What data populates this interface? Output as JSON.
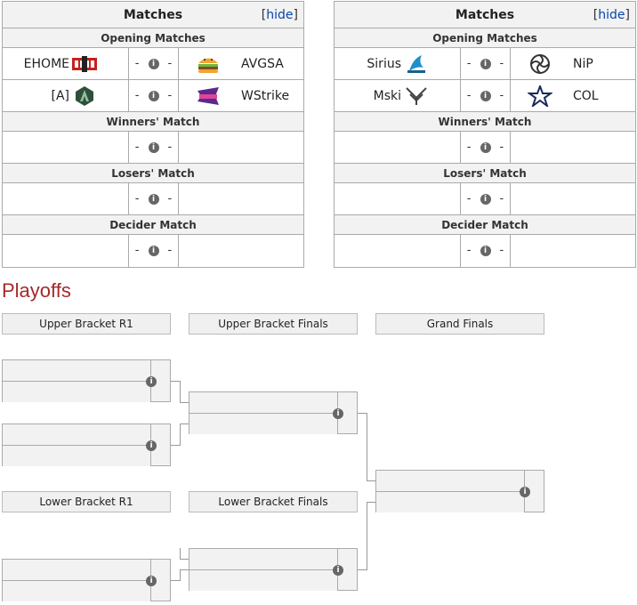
{
  "groups": [
    {
      "title": "Matches",
      "hide_open": "[",
      "hide_label": "hide",
      "hide_close": "]",
      "opening_label": "Opening Matches",
      "opening": [
        {
          "left": "EHOME",
          "left_logo": "ehome-logo",
          "right": "AVGSA",
          "right_logo": "burger-logo"
        },
        {
          "left": "[A]",
          "left_logo": "alliance-logo",
          "right": "WStrike",
          "right_logo": "winstrike-logo"
        }
      ],
      "winners_label": "Winners' Match",
      "losers_label": "Losers' Match",
      "decider_label": "Decider Match",
      "dash": "-",
      "info": "i"
    },
    {
      "title": "Matches",
      "hide_open": "[",
      "hide_label": "hide",
      "hide_close": "]",
      "opening_label": "Opening Matches",
      "opening": [
        {
          "left": "Sirius",
          "left_logo": "sirius-logo",
          "right": "NiP",
          "right_logo": "nip-logo"
        },
        {
          "left": "Mski",
          "left_logo": "mski-logo",
          "right": "COL",
          "right_logo": "col-star-logo"
        }
      ],
      "winners_label": "Winners' Match",
      "losers_label": "Losers' Match",
      "decider_label": "Decider Match",
      "dash": "-",
      "info": "i"
    }
  ],
  "playoffs": {
    "title": "Playoffs",
    "rounds": {
      "upper_r1": "Upper Bracket R1",
      "upper_finals": "Upper Bracket Finals",
      "grand_finals": "Grand Finals",
      "lower_r1": "Lower Bracket R1",
      "lower_finals": "Lower Bracket Finals"
    },
    "info": "i"
  },
  "colors": {
    "playoffs_title": "#a52a2a",
    "link": "#0645ad",
    "header_bg": "#f2f2f2",
    "border": "#aaaaaa"
  }
}
